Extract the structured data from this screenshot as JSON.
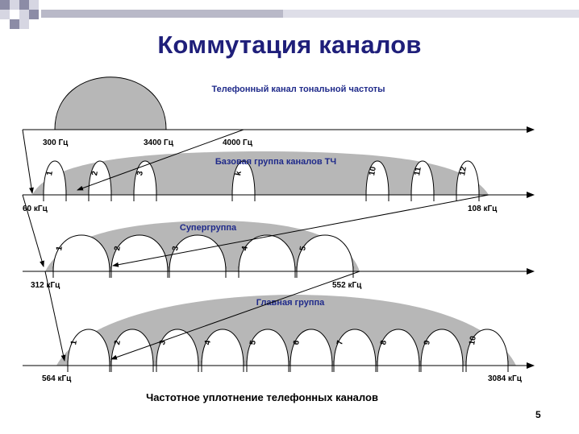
{
  "slide": {
    "title": "Коммутация каналов",
    "caption": "Частотное уплотнение телефонных каналов",
    "page_number": "5"
  },
  "colors": {
    "title": "#1f1f7a",
    "group_label": "#1f2a8a",
    "fill": "#b7b7b7",
    "corner_dark": "#8c8ca6",
    "corner_light": "#d6d6e2"
  },
  "diagram": {
    "voice_channel": {
      "title": "Телефонный канал тональной частоты",
      "labels": [
        "300 Гц",
        "3400 Гц",
        "4000 Гц"
      ]
    },
    "base_group": {
      "title": "Базовая группа каналов ТЧ",
      "start_label": "60 кГц",
      "end_label": "108 кГц",
      "channels": [
        "1",
        "2",
        "3",
        "k",
        "10",
        "11",
        "12"
      ]
    },
    "supergroup": {
      "title": "Супергруппа",
      "start_label": "312 кГц",
      "end_label": "552 кГц",
      "channels": [
        "1",
        "2",
        "3",
        "4",
        "5"
      ]
    },
    "main_group": {
      "title": "Главная группа",
      "start_label": "564 кГц",
      "end_label": "3084 кГц",
      "channels": [
        "1",
        "2",
        "3",
        "4",
        "5",
        "6",
        "7",
        "8",
        "9",
        "10"
      ]
    }
  }
}
